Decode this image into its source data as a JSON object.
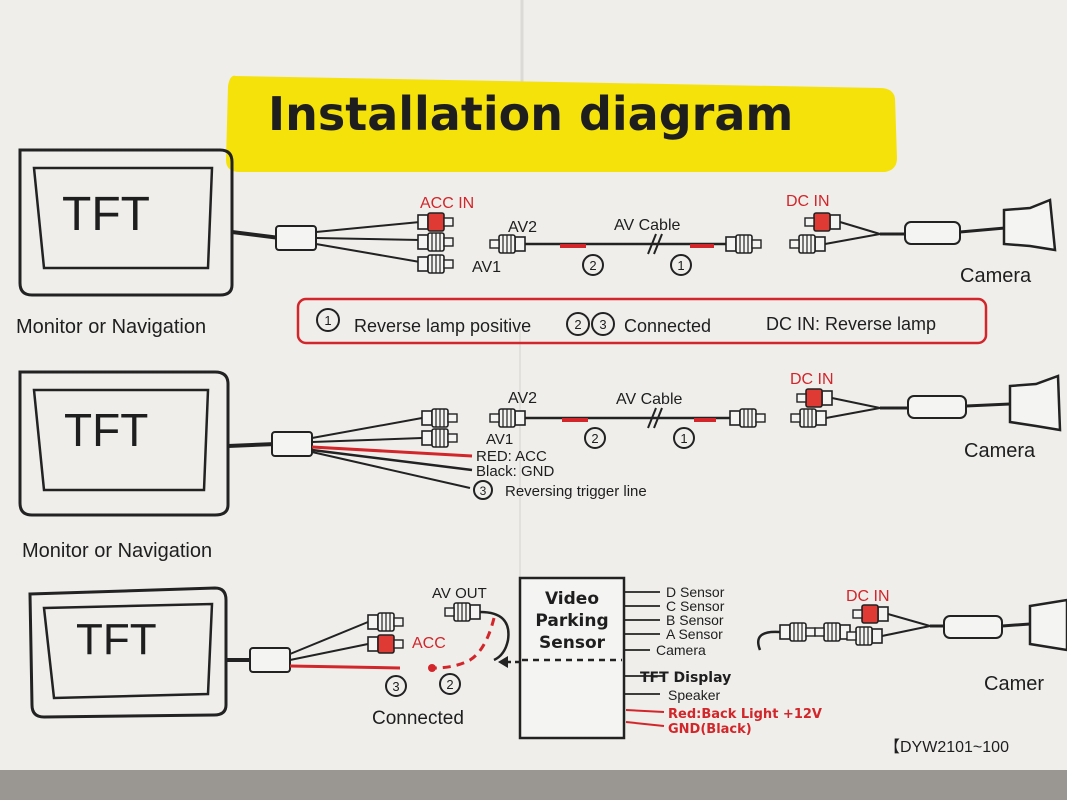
{
  "title": "Installation diagram",
  "colors": {
    "banner": "#f5e20a",
    "red_wire": "#d2262a",
    "paper": "#efeeeb",
    "ink": "#1e1e1e"
  },
  "diagram1": {
    "monitor_label": "TFT",
    "caption": "Monitor or Navigation",
    "acc_in": "ACC IN",
    "av2": "AV2",
    "av1": "AV1",
    "av_cable": "AV Cable",
    "marker_2": "2",
    "marker_1": "1",
    "dc_in": "DC IN",
    "camera": "Camera",
    "legend": {
      "n1": "1",
      "item1": "Reverse lamp positive",
      "n2": "2",
      "n3": "3",
      "item2": "Connected",
      "item3": "DC IN: Reverse lamp"
    }
  },
  "diagram2": {
    "monitor_label": "TFT",
    "caption": "Monitor or Navigation",
    "av2": "AV2",
    "av1": "AV1",
    "av_cable": "AV Cable",
    "red_acc": "RED: ACC",
    "black_gnd": "Black: GND",
    "marker_3": "3",
    "reversing": "Reversing trigger line",
    "marker_2": "2",
    "marker_1": "1",
    "dc_in": "DC IN",
    "camera": "Camera"
  },
  "diagram3": {
    "monitor_label": "TFT",
    "av_out": "AV OUT",
    "acc": "ACC",
    "marker_3": "3",
    "marker_2": "2",
    "connected": "Connected",
    "box_line1": "Video",
    "box_line2": "Parking",
    "box_line3": "Sensor",
    "sensors": [
      "D  Sensor",
      "C  Sensor",
      "B  Sensor",
      "A  Sensor",
      "Camera"
    ],
    "tft_display": "TFT Display",
    "speaker": "Speaker",
    "red_backlight": "Red:Back Light  +12V",
    "gnd_black": "GND(Black)",
    "dc_in": "DC IN",
    "camera": "Camer",
    "model": "【DYW2101~100"
  }
}
